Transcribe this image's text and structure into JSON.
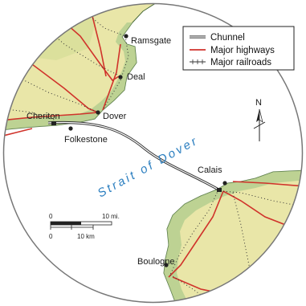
{
  "places": {
    "ramsgate": "Ramsgate",
    "deal": "Deal",
    "cheriton": "Cheriton",
    "dover": "Dover",
    "folkestone": "Folkestone",
    "calais": "Calais",
    "boulogne": "Boulogne"
  },
  "water_label": "Strait of Dover",
  "north_label": "N",
  "legend": {
    "chunnel": "Chunnel",
    "highways": "Major highways",
    "railroads": "Major railroads"
  },
  "scale": {
    "zero_top": "0",
    "miles": "10 mi.",
    "zero_bottom": "0",
    "km": "10 km"
  },
  "colors": {
    "land": "#e9e6a8",
    "land_shade": "#a9c98a",
    "water": "#ffffff",
    "highway": "#d0332b",
    "railroad": "#333333",
    "chunnel": "#333333",
    "water_text": "#2c7fc0"
  }
}
